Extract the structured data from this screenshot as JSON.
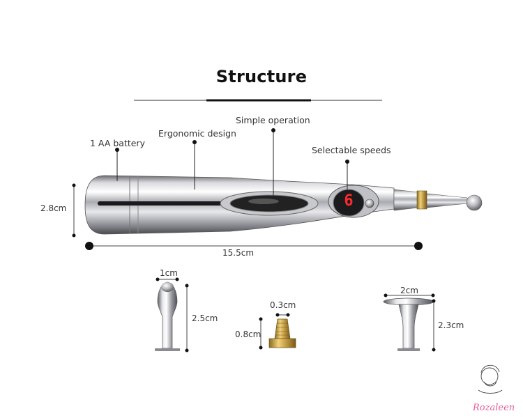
{
  "title": "Structure",
  "callouts": {
    "battery": "1 AA battery",
    "ergonomic": "Ergonomic design",
    "operation": "Simple operation",
    "speeds": "Selectable speeds"
  },
  "display_digit": "6",
  "dimensions": {
    "pen_height": "2.8cm",
    "pen_length": "15.5cm",
    "tip1_width": "1cm",
    "tip1_height": "2.5cm",
    "tip2_width": "0.3cm",
    "tip2_height": "0.8cm",
    "tip3_width": "2cm",
    "tip3_height": "2.3cm"
  },
  "brand": "Rozaleen",
  "colors": {
    "accent_pink": "#e35d9a",
    "display_red": "#ff2a2a",
    "brass": "#c9a14a"
  }
}
